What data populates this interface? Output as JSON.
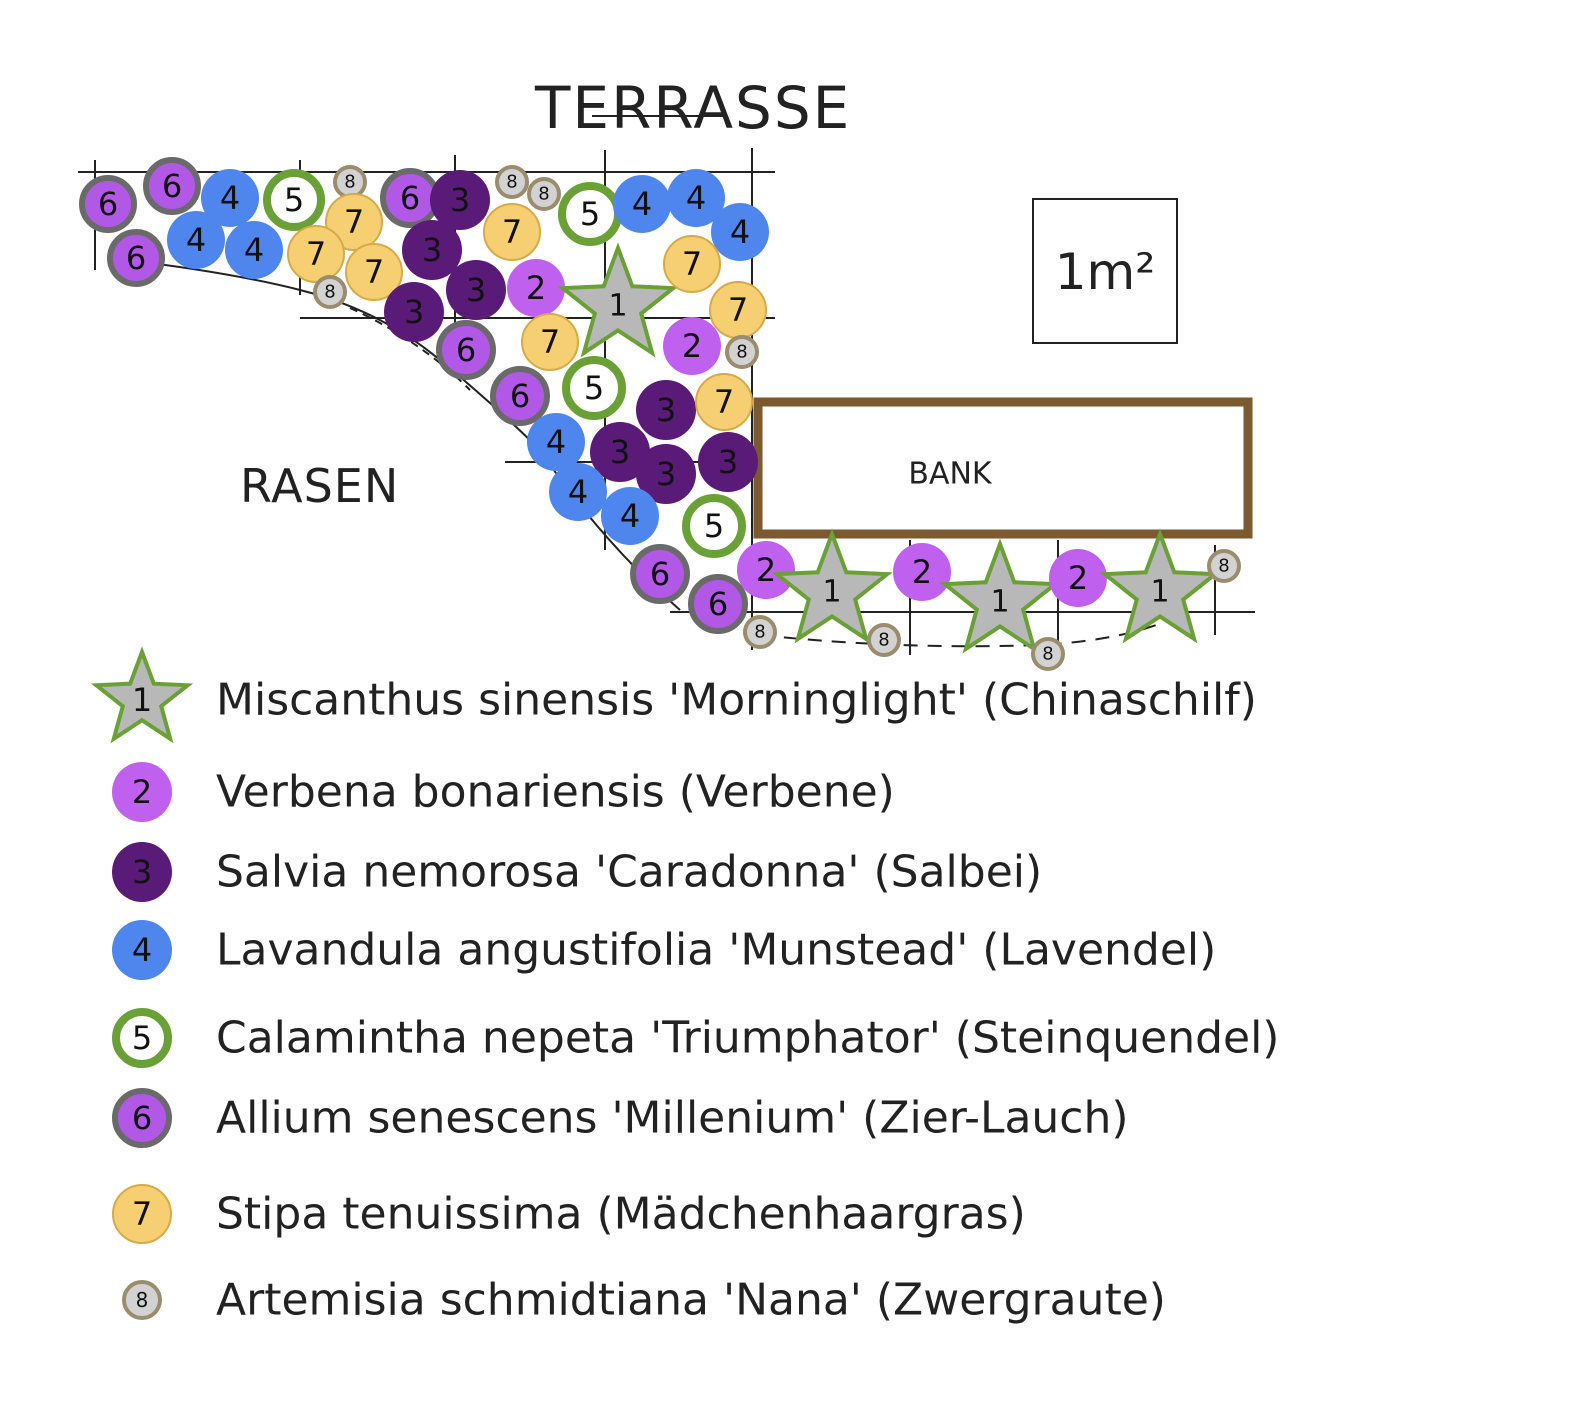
{
  "labels": {
    "terrasse": "TERRASSE",
    "rasen": "RASEN",
    "bank": "BANK",
    "scale": "1m²"
  },
  "colors": {
    "p1_fill": "#b8b8b8",
    "p1_stroke": "#6aa136",
    "p2": "#c060ee",
    "p3": "#5a1a78",
    "p4": "#4f86ee",
    "p5_ring": "#6aa136",
    "p6_fill": "#b158e6",
    "p6_ring": "#6a6a6a",
    "p7_fill": "#f6cf72",
    "p7_ring": "#d8a947",
    "p8_fill": "#d2d2d2",
    "p8_ring": "#9a8c6c",
    "bench": "#7a5a2e"
  },
  "legend": [
    {
      "type": "1",
      "label": "1",
      "text": "Miscanthus sinensis 'Morninglight' (Chinaschilf)"
    },
    {
      "type": "2",
      "label": "2",
      "text": "Verbena bonariensis (Verbene)"
    },
    {
      "type": "3",
      "label": "3",
      "text": "Salvia nemorosa 'Caradonna' (Salbei)"
    },
    {
      "type": "4",
      "label": "4",
      "text": "Lavandula angustifolia 'Munstead' (Lavendel)"
    },
    {
      "type": "5",
      "label": "5",
      "text": "Calamintha nepeta 'Triumphator' (Steinquendel)"
    },
    {
      "type": "6",
      "label": "6",
      "text": "Allium senescens 'Millenium' (Zier-Lauch)"
    },
    {
      "type": "7",
      "label": "7",
      "text": "Stipa tenuissima (Mädchenhaargras)"
    },
    {
      "type": "8",
      "label": "8",
      "text": "Artemisia schmidtiana 'Nana' (Zwergraute)"
    }
  ],
  "plants": [
    {
      "type": "6",
      "label": "6"
    },
    {
      "type": "6",
      "label": "6"
    },
    {
      "type": "6",
      "label": "6"
    },
    {
      "type": "4",
      "label": "4"
    },
    {
      "type": "4",
      "label": "4"
    },
    {
      "type": "4",
      "label": "4"
    },
    {
      "type": "5",
      "label": "5"
    },
    {
      "type": "8",
      "label": "8"
    },
    {
      "type": "7",
      "label": "7"
    },
    {
      "type": "7",
      "label": "7"
    },
    {
      "type": "7",
      "label": "7"
    },
    {
      "type": "8",
      "label": "8"
    },
    {
      "type": "6",
      "label": "6"
    },
    {
      "type": "3",
      "label": "3"
    },
    {
      "type": "3",
      "label": "3"
    },
    {
      "type": "3",
      "label": "3"
    },
    {
      "type": "3",
      "label": "3"
    },
    {
      "type": "8",
      "label": "8"
    },
    {
      "type": "8",
      "label": "8"
    },
    {
      "type": "7",
      "label": "7"
    },
    {
      "type": "2",
      "label": "2"
    },
    {
      "type": "5",
      "label": "5"
    },
    {
      "type": "4",
      "label": "4"
    },
    {
      "type": "4",
      "label": "4"
    },
    {
      "type": "4",
      "label": "4"
    },
    {
      "type": "1",
      "label": "1"
    },
    {
      "type": "7",
      "label": "7"
    },
    {
      "type": "7",
      "label": "7"
    },
    {
      "type": "7",
      "label": "7"
    },
    {
      "type": "2",
      "label": "2"
    },
    {
      "type": "8",
      "label": "8"
    },
    {
      "type": "6",
      "label": "6"
    },
    {
      "type": "6",
      "label": "6"
    },
    {
      "type": "5",
      "label": "5"
    },
    {
      "type": "3",
      "label": "3"
    },
    {
      "type": "7",
      "label": "7"
    },
    {
      "type": "4",
      "label": "4"
    },
    {
      "type": "3",
      "label": "3"
    },
    {
      "type": "3",
      "label": "3"
    },
    {
      "type": "3",
      "label": "3"
    },
    {
      "type": "4",
      "label": "4"
    },
    {
      "type": "4",
      "label": "4"
    },
    {
      "type": "5",
      "label": "5"
    },
    {
      "type": "6",
      "label": "6"
    },
    {
      "type": "6",
      "label": "6"
    },
    {
      "type": "2",
      "label": "2"
    },
    {
      "type": "8",
      "label": "8"
    },
    {
      "type": "1",
      "label": "1"
    },
    {
      "type": "8",
      "label": "8"
    },
    {
      "type": "2",
      "label": "2"
    },
    {
      "type": "1",
      "label": "1"
    },
    {
      "type": "8",
      "label": "8"
    },
    {
      "type": "2",
      "label": "2"
    },
    {
      "type": "1",
      "label": "1"
    },
    {
      "type": "8",
      "label": "8"
    }
  ]
}
